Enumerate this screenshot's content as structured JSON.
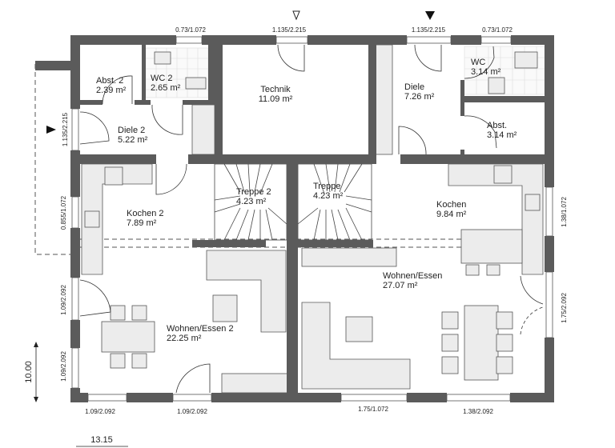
{
  "rooms": [
    {
      "name": "Abst. 2",
      "area": "2.39 m²"
    },
    {
      "name": "WC 2",
      "area": "2.65 m²"
    },
    {
      "name": "Technik",
      "area": "11.09 m²"
    },
    {
      "name": "Diele",
      "area": "7.26 m²"
    },
    {
      "name": "WC",
      "area": "3.14 m²"
    },
    {
      "name": "Diele 2",
      "area": "5.22 m²"
    },
    {
      "name": "Abst.",
      "area": "3.14 m²"
    },
    {
      "name": "Treppe 2",
      "area": "4.23 m²"
    },
    {
      "name": "Treppe",
      "area": "4.23 m²"
    },
    {
      "name": "Kochen 2",
      "area": "7.89 m²"
    },
    {
      "name": "Kochen",
      "area": "9.84 m²"
    },
    {
      "name": "Wohnen/Essen",
      "area": "27.07 m²"
    },
    {
      "name": "Wohnen/Essen 2",
      "area": "22.25 m²"
    }
  ],
  "openings": {
    "top": [
      "0.73/1.072",
      "1.135/2.215",
      "1.135/2.215",
      "0.73/1.072"
    ],
    "left": [
      "1.135/2.215",
      "0.855/1.072",
      "1.09/2.092",
      "1.09/2.092"
    ],
    "right": [
      "1.38/1.072",
      "1.75/2.092"
    ],
    "bottom": [
      "1.09/2.092",
      "1.09/2.092",
      "1.75/1.072",
      "1.38/2.092"
    ]
  },
  "dimensions": {
    "depth": "10.00",
    "width": "13.15"
  },
  "entrance_markers": [
    "entrance-arrow-left",
    "entrance-arrow-top-open",
    "entrance-arrow-top-filled"
  ]
}
